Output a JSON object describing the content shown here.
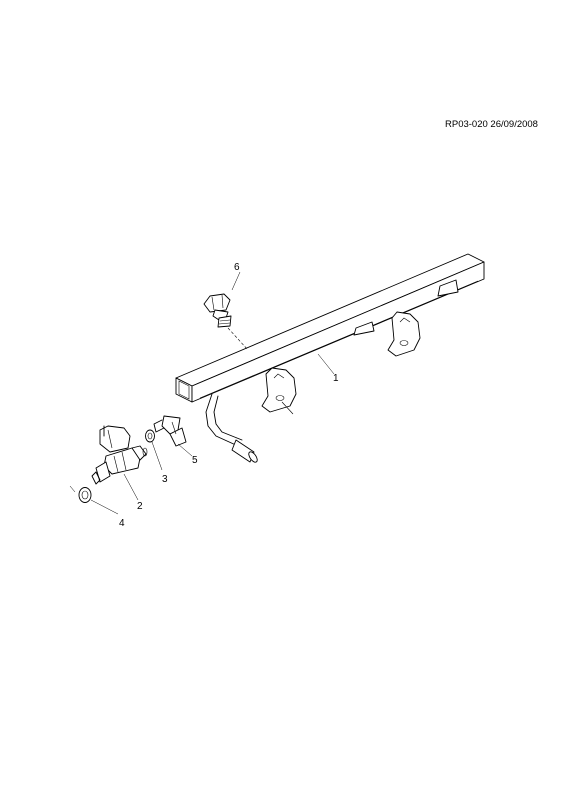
{
  "reference_code": "RP03-020 26/09/2008",
  "callouts": [
    {
      "number": "1",
      "part": "fuel-rail"
    },
    {
      "number": "2",
      "part": "fuel-injector"
    },
    {
      "number": "3",
      "part": "upper-o-ring"
    },
    {
      "number": "4",
      "part": "lower-o-ring"
    },
    {
      "number": "5",
      "part": "injector-retaining-clip"
    },
    {
      "number": "6",
      "part": "mounting-bolt"
    }
  ]
}
